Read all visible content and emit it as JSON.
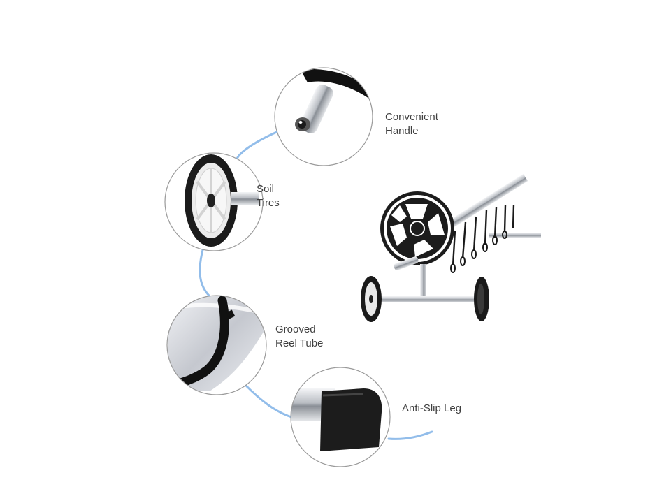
{
  "features": [
    {
      "id": "handle",
      "line1": "Convenient",
      "line2": "Handle"
    },
    {
      "id": "tires",
      "line1": "Soil",
      "line2": "Tires"
    },
    {
      "id": "tube",
      "line1": "Grooved",
      "line2": "Reel Tube"
    },
    {
      "id": "leg",
      "line1": "Anti-Slip Leg",
      "line2": ""
    }
  ],
  "colors": {
    "arc": "#7fb2e6",
    "circle_border": "#9a9a9a",
    "text": "#3f3f3f",
    "tire": "#1a1a1a",
    "steel": "#c8cbd0"
  }
}
